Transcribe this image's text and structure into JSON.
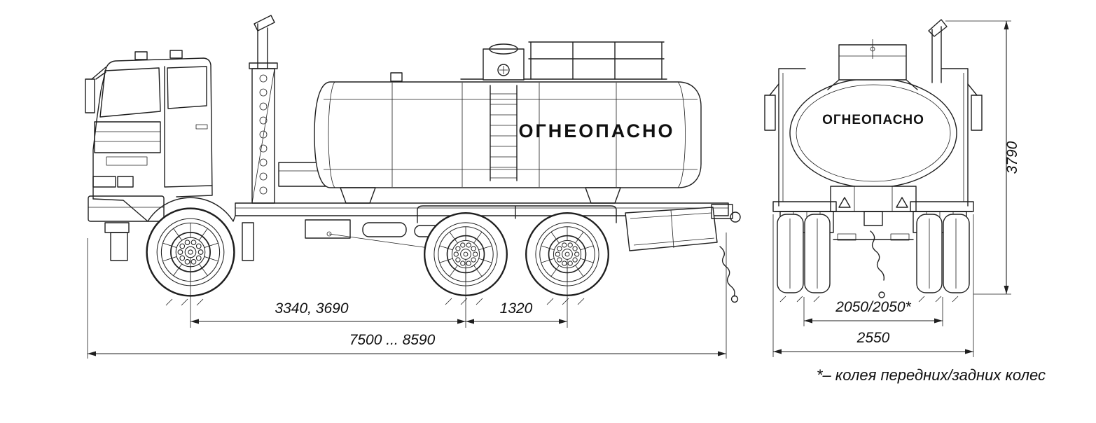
{
  "drawing": {
    "subject": "fuel-tanker-truck-technical-drawing",
    "views": [
      "side",
      "rear"
    ]
  },
  "side_view": {
    "tank_label": "ОГНЕОПАСНО",
    "dim_wheelbase": "3340, 3690",
    "dim_bogie": "1320",
    "dim_length": "7500 ... 8590"
  },
  "rear_view": {
    "tank_label": "ОГНЕОПАСНО",
    "dim_track": "2050/2050*",
    "dim_width": "2550",
    "dim_height": "3790"
  },
  "footnote": "*– колея передних/задних колес",
  "colors": {
    "ink": "#1f1f1f",
    "paper": "#ffffff"
  }
}
